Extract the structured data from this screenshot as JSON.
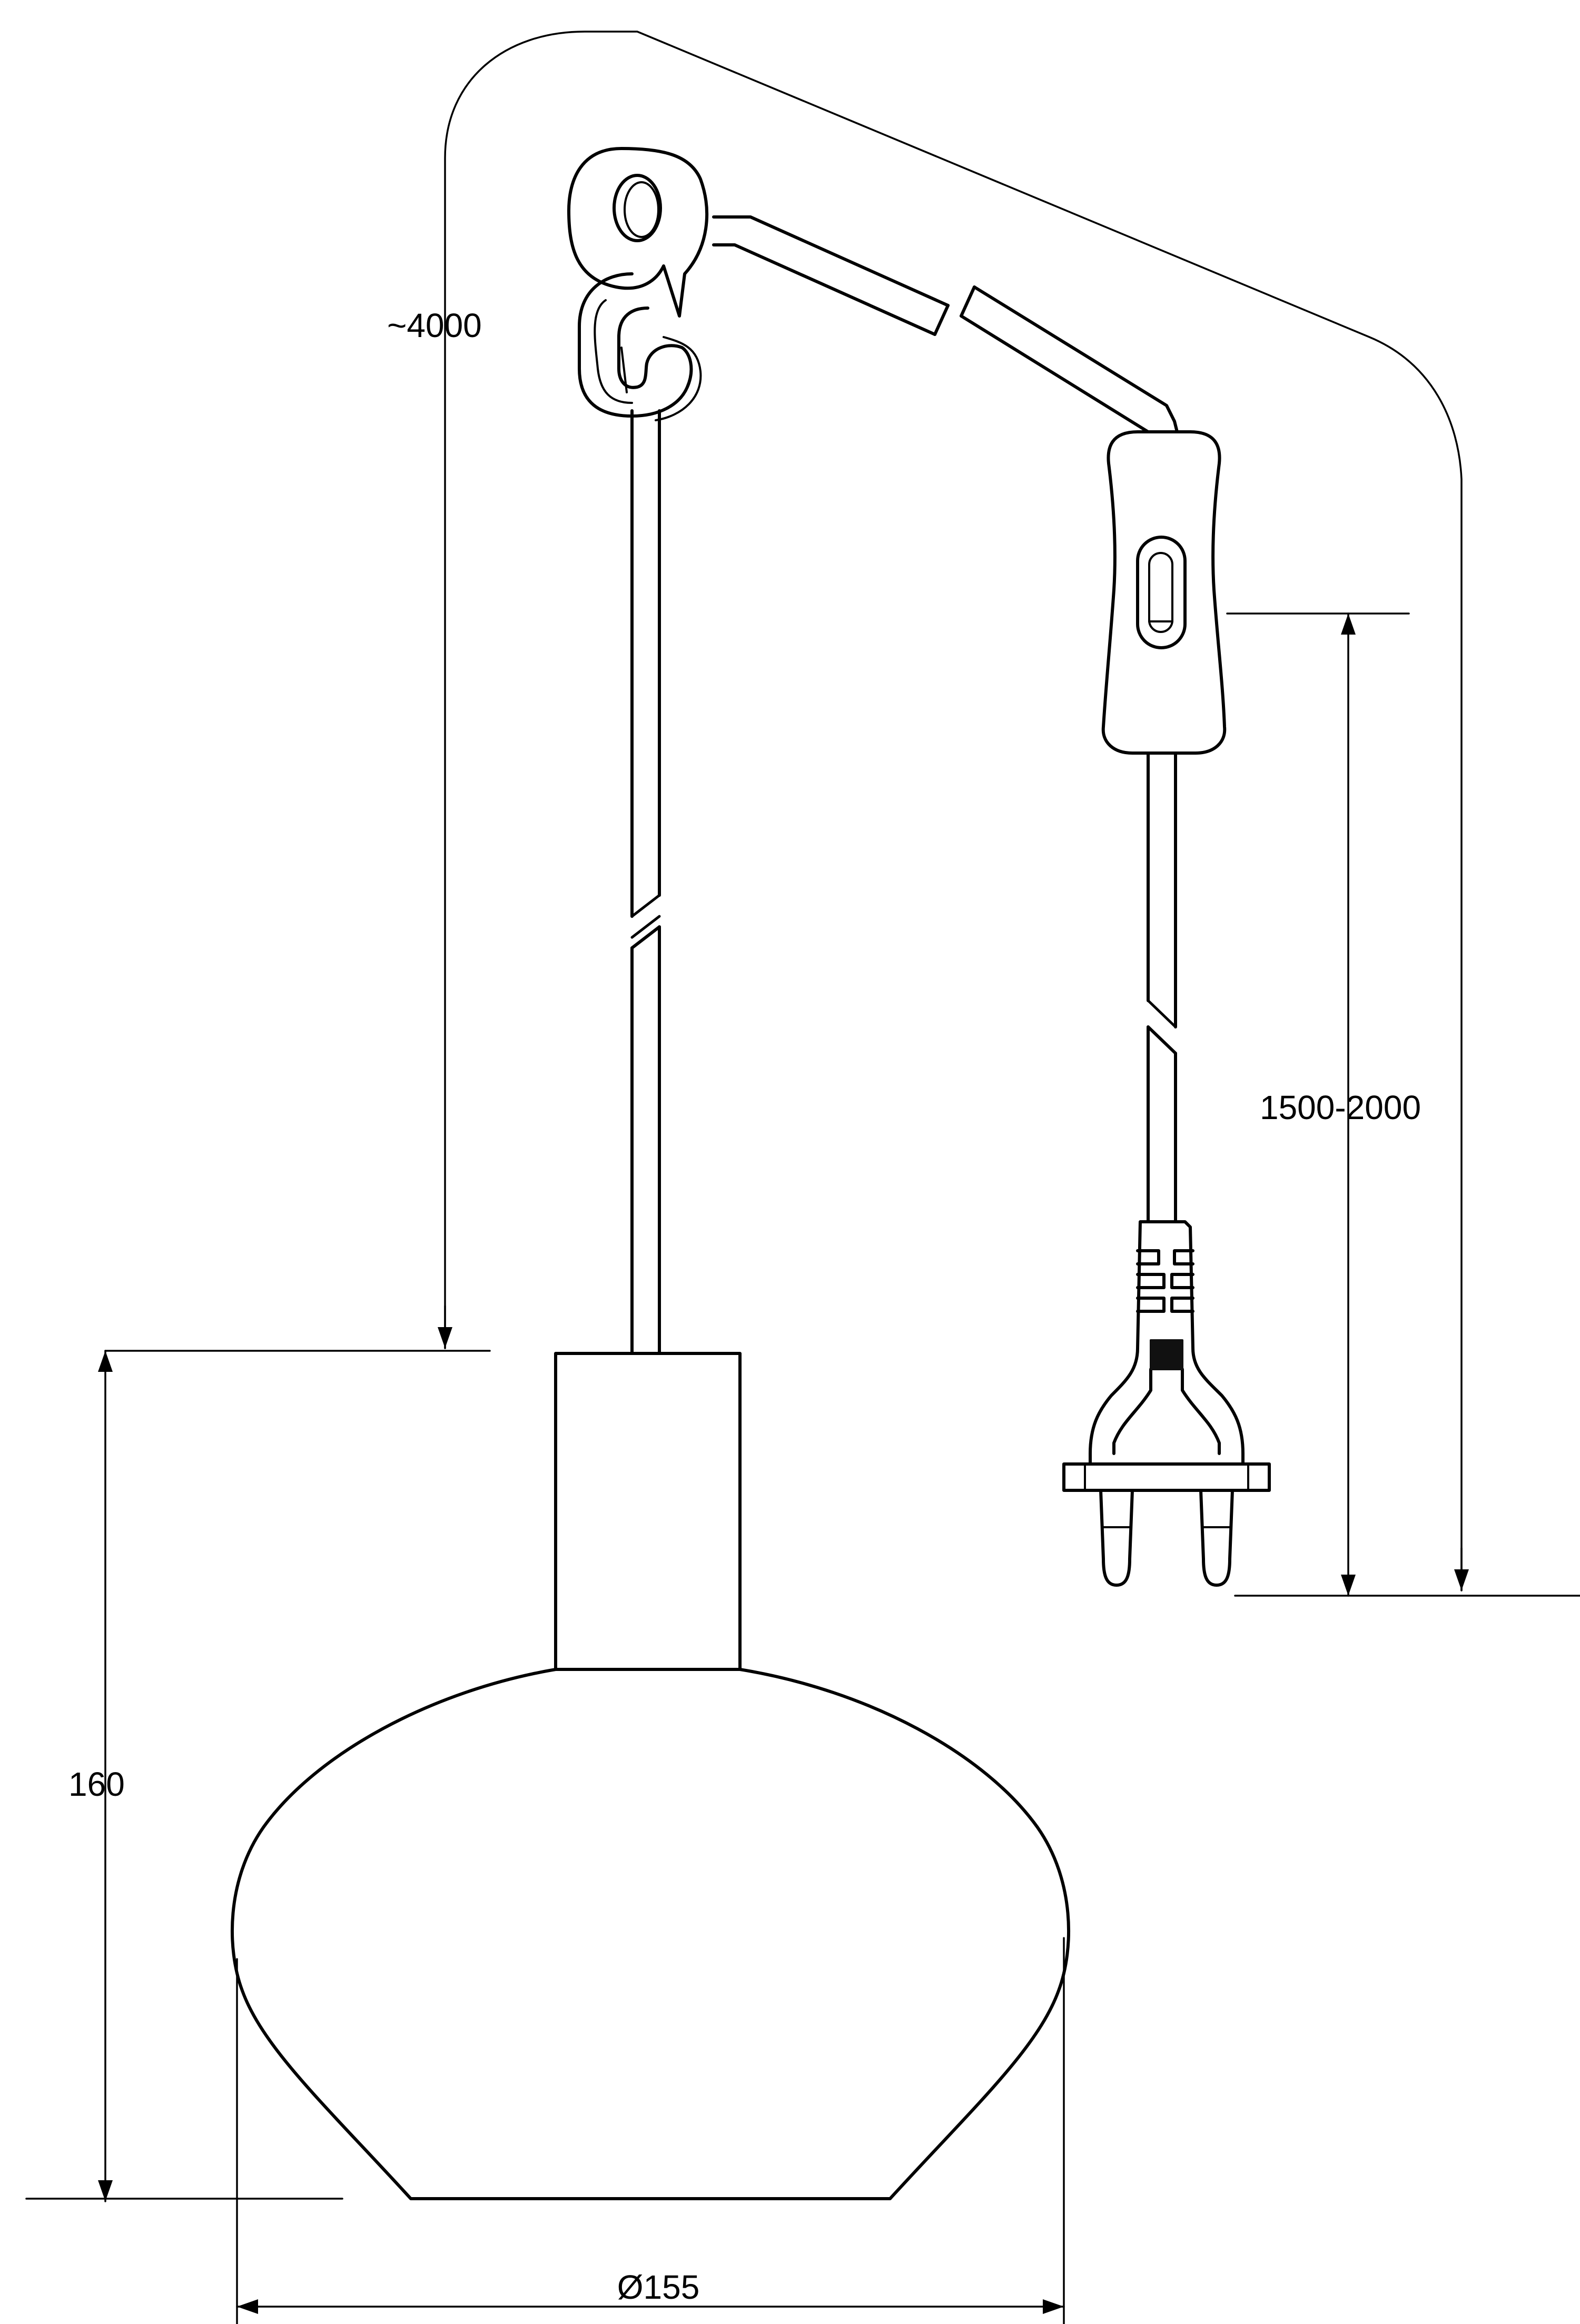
{
  "dimensions": {
    "cable_length": "~4000",
    "switch_cable_length": "1500-2000",
    "shade_height": "160",
    "shade_diameter": "Ø155"
  },
  "colors": {
    "line": "#000000",
    "background": "#ffffff",
    "fill_dark": "#111111"
  }
}
